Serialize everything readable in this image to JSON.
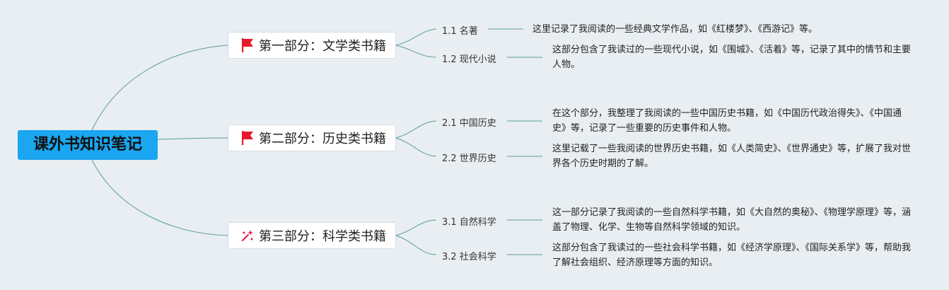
{
  "root": {
    "label": "课外书知识笔记"
  },
  "branches": [
    {
      "label": "第一部分：文学类书籍",
      "icon": "red-flag-icon",
      "children": [
        {
          "label": "1.1 名著",
          "desc": "这里记录了我阅读的一些经典文学作品，如《红楼梦》、《西游记》等。"
        },
        {
          "label": "1.2 现代小说",
          "desc": "这部分包含了我读过的一些现代小说，如《围城》、《活着》等，记录了其中的情节和主要人物。"
        }
      ]
    },
    {
      "label": "第二部分：历史类书籍",
      "icon": "red-flag-icon",
      "children": [
        {
          "label": "2.1 中国历史",
          "desc": "在这个部分，我整理了我阅读的一些中国历史书籍，如《中国历代政治得失》、《中国通史》等，记录了一些重要的历史事件和人物。"
        },
        {
          "label": "2.2 世界历史",
          "desc": "这里记载了一些我阅读的世界历史书籍，如《人类简史》、《世界通史》等，扩展了我对世界各个历史时期的了解。"
        }
      ]
    },
    {
      "label": "第三部分：科学类书籍",
      "icon": "sparkle-wand-icon",
      "children": [
        {
          "label": "3.1 自然科学",
          "desc": "这一部分记录了我阅读的一些自然科学书籍，如《大自然的奥秘》、《物理学原理》等，涵盖了物理、化学、生物等自然科学领域的知识。"
        },
        {
          "label": "3.2 社会科学",
          "desc": "这部分包含了我读过的一些社会科学书籍，如《经济学原理》、《国际关系学》等，帮助我了解社会组织、经济原理等方面的知识。"
        }
      ]
    }
  ],
  "colors": {
    "background": "#e8eef2",
    "root_fill": "#1aa6f0",
    "connector": "#5e9e95",
    "flag": "#e8192c",
    "sparkle": "#e8194f"
  }
}
